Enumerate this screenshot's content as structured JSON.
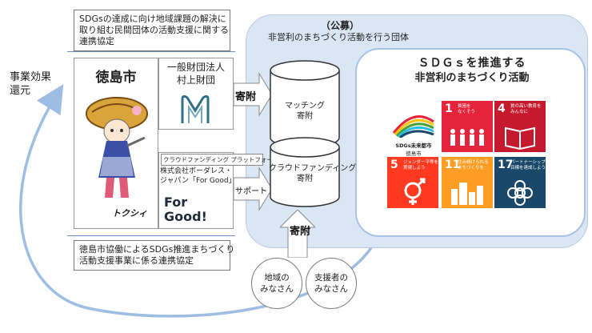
{
  "labels": {
    "effect_return": "事業効果\n還元",
    "callout_top": "SDGsの達成に向け地域課題の解決に\n取り組む民間団体の活動支援に関する\n連携協定",
    "callout_bottom": "徳島市協働によるSDGs推進まちづくり\n活動支援事業に係る連携協定",
    "city": "徳島市",
    "city_mascot_name": "トクシィ",
    "foundation": "一般財団法人\n村上財団",
    "cf_platform": "クラウドファンディング プラットフォーム",
    "cf_company": "株式会社ボーダレス・\nジャパン「For Good」",
    "forgood_logo": "For Good!",
    "arrow_donation_1": "寄附",
    "arrow_support": "サポート",
    "arrow_donation_2": "寄附",
    "public_title": "（公募）",
    "public_subtitle": "非営利のまちづくり活動を行う団体",
    "matching": "マッチング\n寄附",
    "crowdfunding": "クラウドファンディング\n寄附",
    "heading_line1": "ＳＤＧｓを推進する",
    "heading_line2": "非営利のまちづくり活動",
    "community": "地域の\nみなさん",
    "supporters": "支援者の\nみなさん",
    "sdg_city_logo_line1": "SDGs未来都市",
    "sdg_city_logo_line2": "徳島市"
  },
  "sdg_goals": [
    {
      "num": "1",
      "caption": "貧困を\nなくそう",
      "color": "#e5243b",
      "icon": "people-icon"
    },
    {
      "num": "4",
      "caption": "質の高い教育を\nみんなに",
      "color": "#c5192d",
      "icon": "book-icon"
    },
    {
      "num": "5",
      "caption": "ジェンダー平等を\n実現しよう",
      "color": "#ff3a21",
      "icon": "gender-icon"
    },
    {
      "num": "11",
      "caption": "住み続けられる\nまちづくりを",
      "color": "#fd9d24",
      "icon": "city-icon"
    },
    {
      "num": "17",
      "caption": "パートナーシップで\n目標を達成しよう",
      "color": "#19486a",
      "icon": "flower-icon"
    }
  ]
}
